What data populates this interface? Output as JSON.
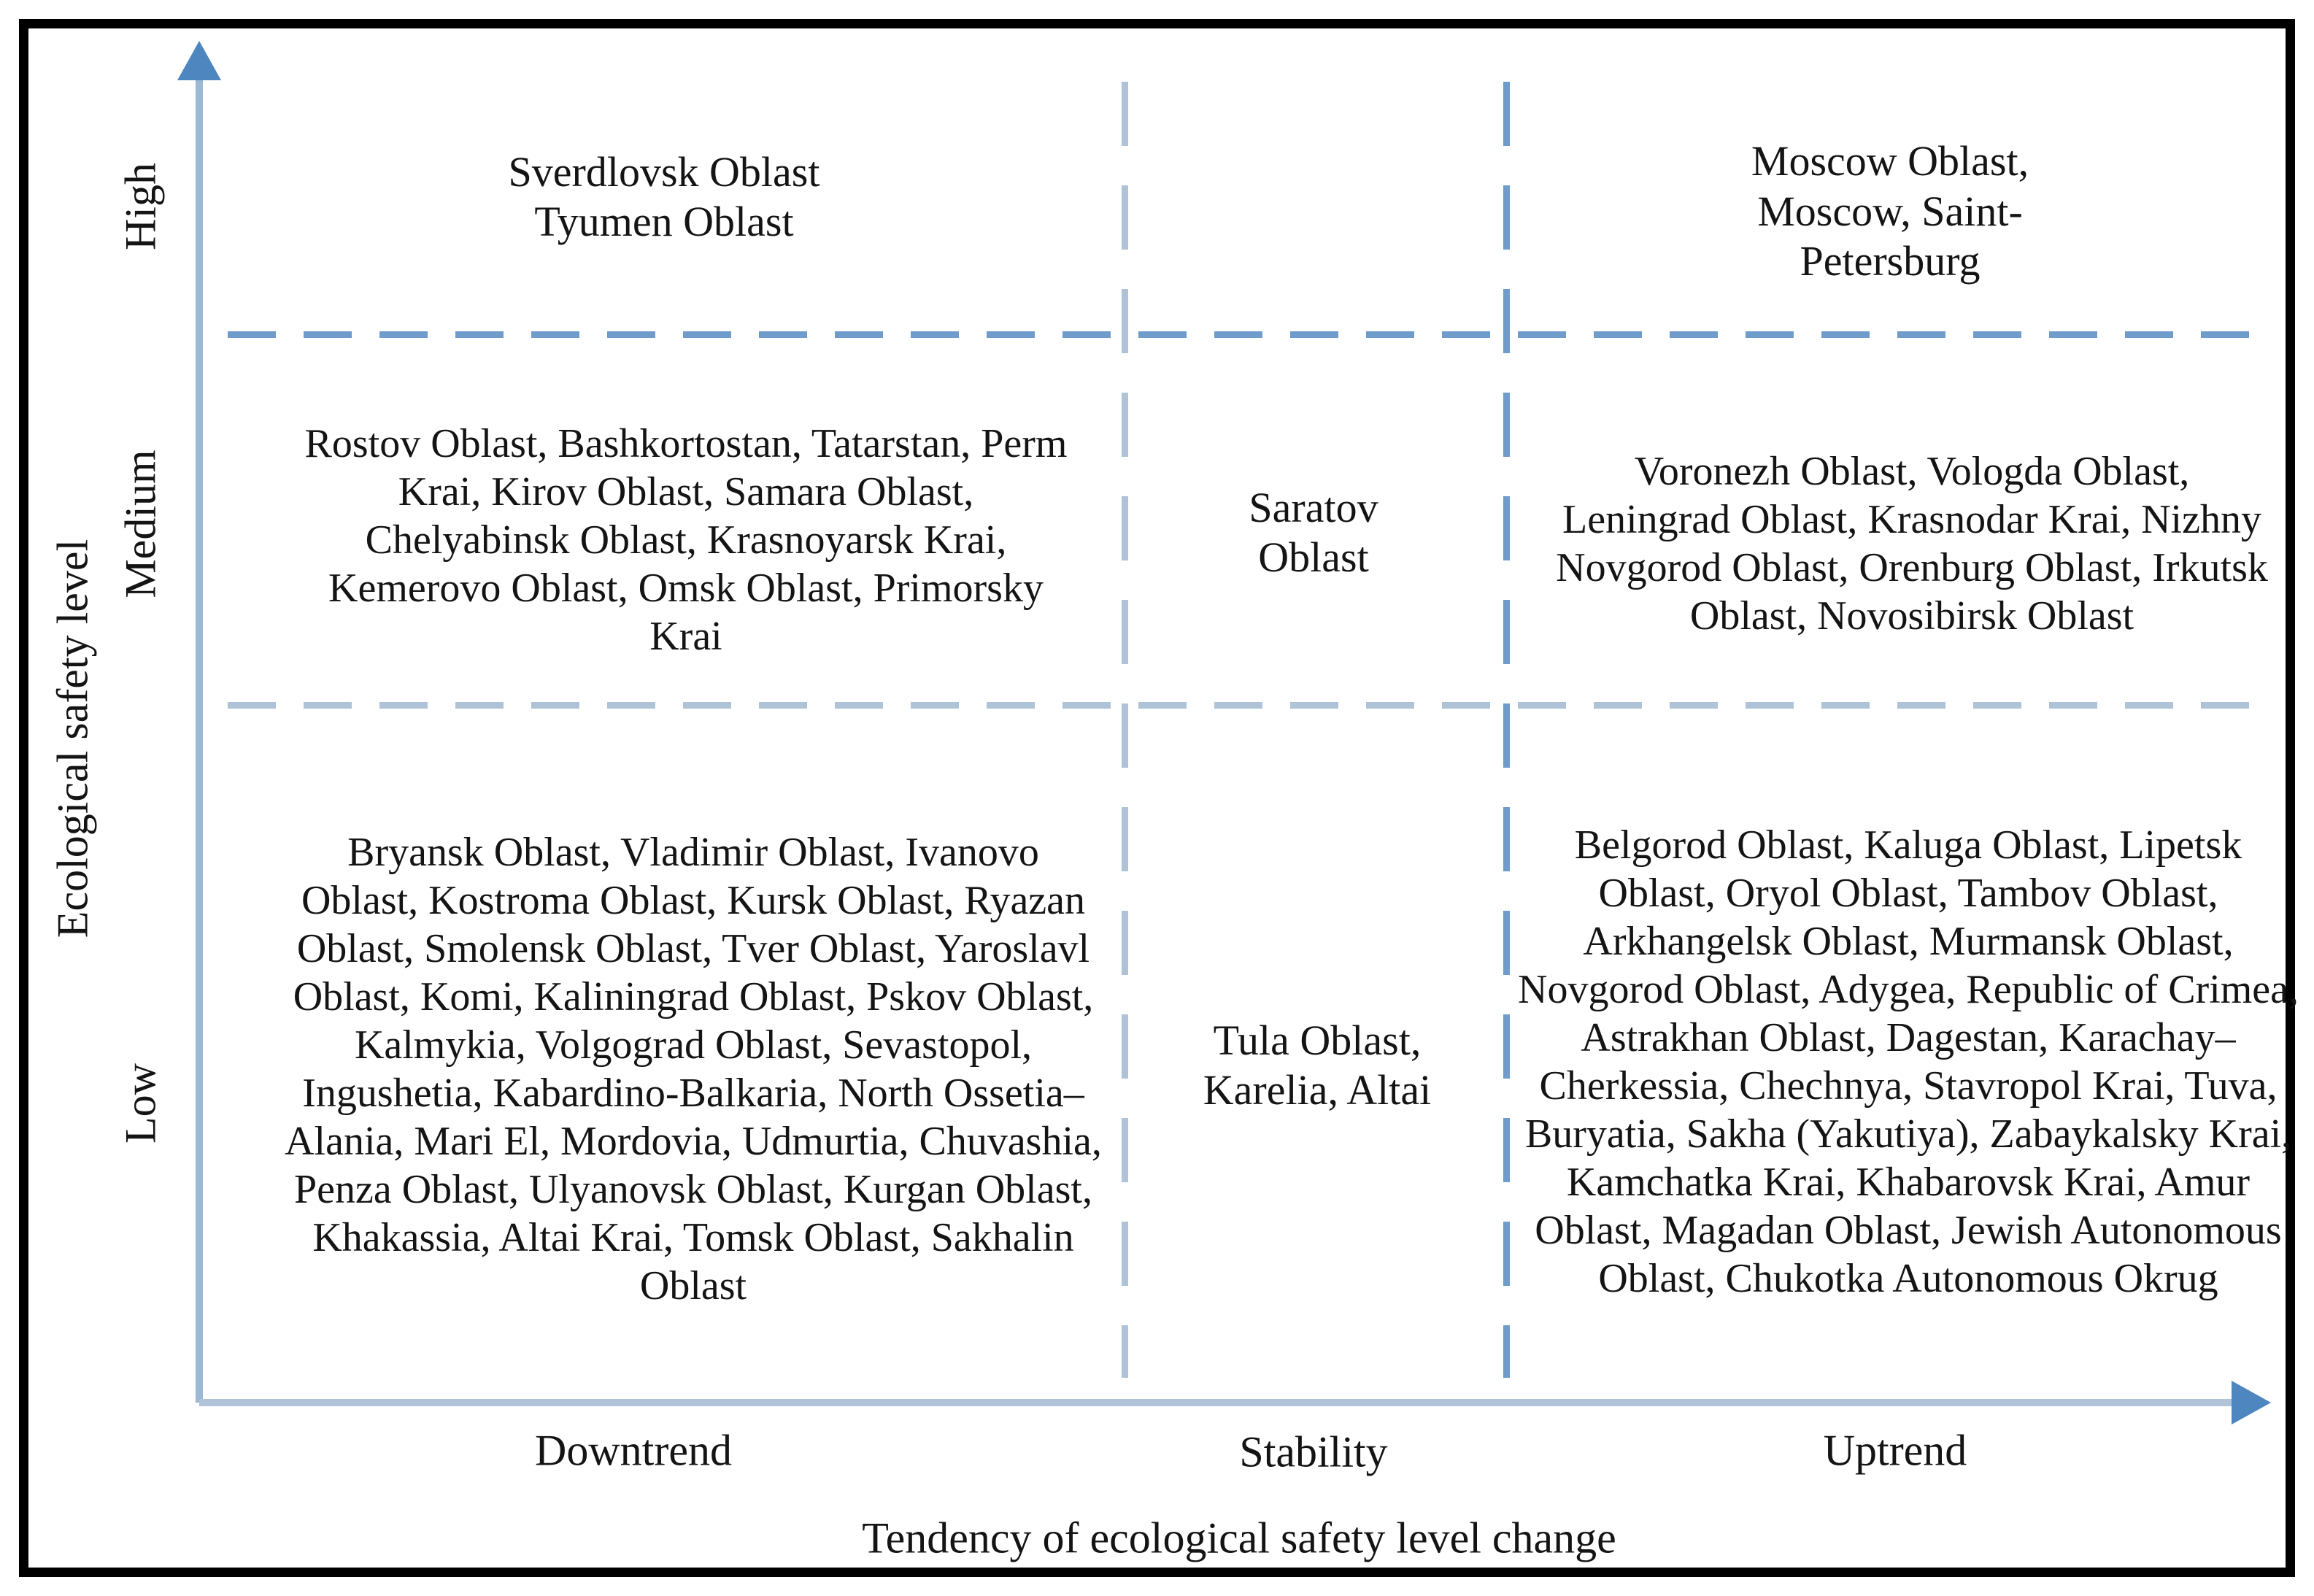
{
  "colors": {
    "background": "#ffffff",
    "frame": "#000000",
    "text": "#141414",
    "axis_line": "#b0c3d8",
    "axis_line_vertical": "#9db8d2",
    "axis_arrow": "#4e86c0",
    "dash_strong": "#6f9ccb",
    "dash_light": "#aec2d8"
  },
  "x_axis": {
    "title": "Tendency of ecological safety level change",
    "ticks": [
      "Downtrend",
      "Stability",
      "Uptrend"
    ]
  },
  "y_axis": {
    "title": "Ecological safety level",
    "ticks": [
      "High",
      "Medium",
      "Low"
    ]
  },
  "matrix": {
    "rows": [
      "High",
      "Medium",
      "Low"
    ],
    "columns": [
      "Downtrend",
      "Stability",
      "Uptrend"
    ],
    "cells": {
      "high_downtrend": {
        "regions": [
          "Sverdlovsk Oblast",
          "Tyumen Oblast"
        ]
      },
      "high_uptrend": {
        "regions": [
          "Moscow Oblast",
          "Moscow",
          "Saint-Petersburg"
        ]
      },
      "medium_downtrend": {
        "regions": [
          "Rostov Oblast",
          "Bashkortostan",
          "Tatarstan",
          "Perm Krai",
          "Kirov Oblast",
          "Samara Oblast",
          "Chelyabinsk Oblast",
          "Krasnoyarsk Krai",
          "Kemerovo Oblast",
          "Omsk Oblast",
          "Primorsky Krai"
        ]
      },
      "medium_stability": {
        "regions": [
          "Saratov Oblast"
        ]
      },
      "medium_uptrend": {
        "regions": [
          "Voronezh Oblast",
          "Vologda Oblast",
          "Leningrad Oblast",
          "Krasnodar Krai",
          "Nizhny Novgorod Oblast",
          "Orenburg Oblast",
          "Irkutsk Oblast",
          "Novosibirsk Oblast"
        ]
      },
      "low_downtrend": {
        "regions": [
          "Bryansk Oblast",
          "Vladimir Oblast",
          "Ivanovo Oblast",
          "Kostroma Oblast",
          "Kursk Oblast",
          "Ryazan Oblast",
          "Smolensk Oblast",
          "Tver Oblast",
          "Yaroslavl Oblast",
          "Komi",
          "Kaliningrad Oblast",
          "Pskov Oblast",
          "Kalmykia",
          "Volgograd Oblast",
          "Sevastopol",
          "Ingushetia",
          "Kabardino-Balkaria",
          "North Ossetia–Alania",
          "Mari El",
          "Mordovia",
          "Udmurtia",
          "Chuvashia",
          "Penza Oblast",
          "Ulyanovsk Oblast",
          "Kurgan Oblast",
          "Khakassia",
          "Altai Krai",
          "Tomsk Oblast",
          "Sakhalin Oblast"
        ]
      },
      "low_stability": {
        "regions": [
          "Tula Oblast",
          "Karelia",
          "Altai"
        ]
      },
      "low_uptrend": {
        "regions": [
          "Belgorod Oblast",
          "Kaluga Oblast",
          "Lipetsk Oblast",
          "Oryol Oblast",
          "Tambov Oblast",
          "Arkhangelsk Oblast",
          "Murmansk Oblast",
          "Novgorod Oblast",
          "Adygea",
          "Republic of Crimea",
          "Astrakhan Oblast",
          "Dagestan",
          "Karachay–Cherkessia",
          "Chechnya",
          "Stavropol Krai",
          "Tuva",
          "Buryatia",
          "Sakha (Yakutiya)",
          "Zabaykalsky Krai",
          "Kamchatka Krai",
          "Khabarovsk Krai",
          "Amur Oblast",
          "Magadan Oblast",
          "Jewish Autonomous Oblast",
          "Chukotka Autonomous Okrug"
        ]
      }
    }
  }
}
